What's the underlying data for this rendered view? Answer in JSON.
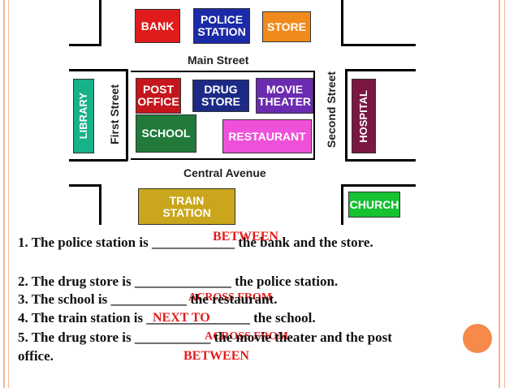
{
  "map": {
    "buildings": {
      "bank": "BANK",
      "police_station": "POLICE STATION",
      "store": "STORE",
      "post_office": "POST OFFICE",
      "drug_store": "DRUG STORE",
      "movie_theater": "MOVIE THEATER",
      "school": "SCHOOL",
      "restaurant": "RESTAURANT",
      "library": "LIBRARY",
      "hospital": "HOSPITAL",
      "train_station": "TRAIN STATION",
      "church": "CHURCH"
    },
    "streets": {
      "main": "Main Street",
      "central": "Central Avenue",
      "first": "First Street",
      "second": "Second Street"
    }
  },
  "questions": [
    {
      "text": "1. The police station is ____________ the bank and the store.",
      "answer": "BETWEEN"
    },
    {
      "text": "2. The drug store is ______________  the police station.",
      "answer": "ACROSS FROM"
    },
    {
      "text": "3. The school is ___________ the restaurant.",
      "answer": "NEXT TO"
    },
    {
      "text": "4. The train station is _______________ the school.",
      "answer": "ACROSS FROM"
    },
    {
      "text": "5. The drug store is ___________ the movie theater and the post",
      "answer": "BETWEEN"
    }
  ],
  "question5_line2": "office.",
  "colors": {
    "answer_red": "#e51b1b",
    "accent_orange": "#f58a4b"
  }
}
